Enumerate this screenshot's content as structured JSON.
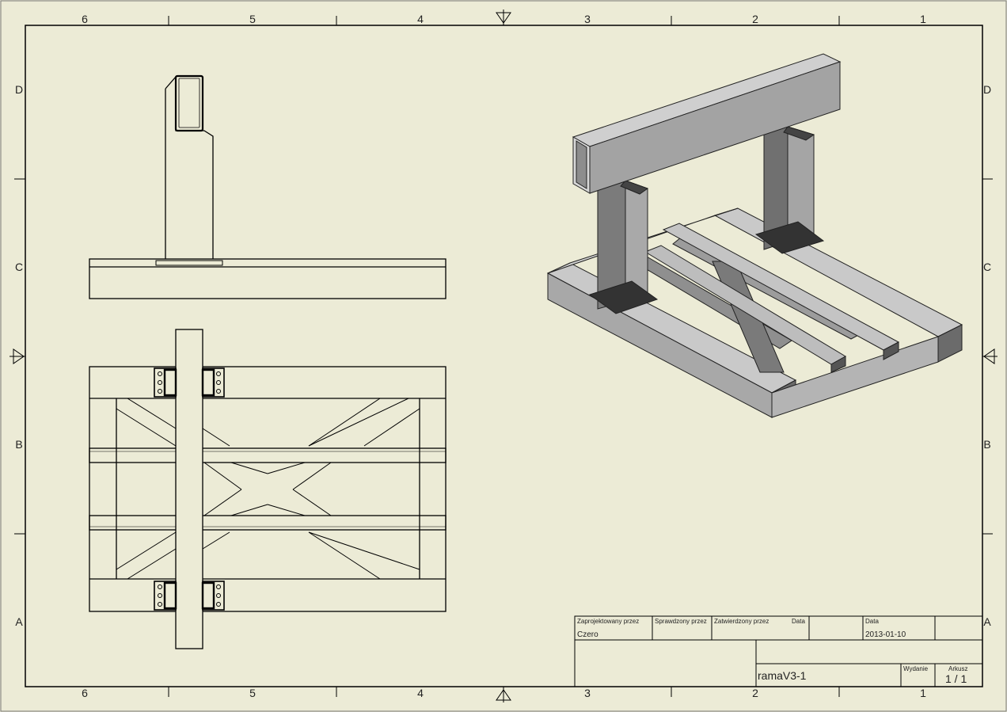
{
  "border": {
    "top_numbers": [
      "6",
      "5",
      "4",
      "3",
      "2",
      "1"
    ],
    "bottom_numbers": [
      "6",
      "5",
      "4",
      "3",
      "2",
      "1"
    ],
    "left_letters": [
      "D",
      "C",
      "B",
      "A"
    ],
    "right_letters": [
      "D",
      "C",
      "B",
      "A"
    ]
  },
  "title_block": {
    "designed_by_label": "Zaprojektowany przez",
    "checked_by_label": "Sprawdzony przez",
    "approved_by_label": "Zatwierdzony przez",
    "date_label_1": "Data",
    "date_label_2": "Data",
    "designer": "Czero",
    "date": "2013-01-10",
    "drawing_name": "ramaV3-1",
    "revision_label": "Wydanie",
    "sheet_label": "Arkusz",
    "sheet_value": "1 / 1"
  },
  "colors": {
    "paper": "#ecebd6",
    "line": "#000000",
    "steel_light": "#bdbdbd",
    "steel_mid": "#9a9a9a",
    "steel_dark": "#5c5c5c"
  }
}
